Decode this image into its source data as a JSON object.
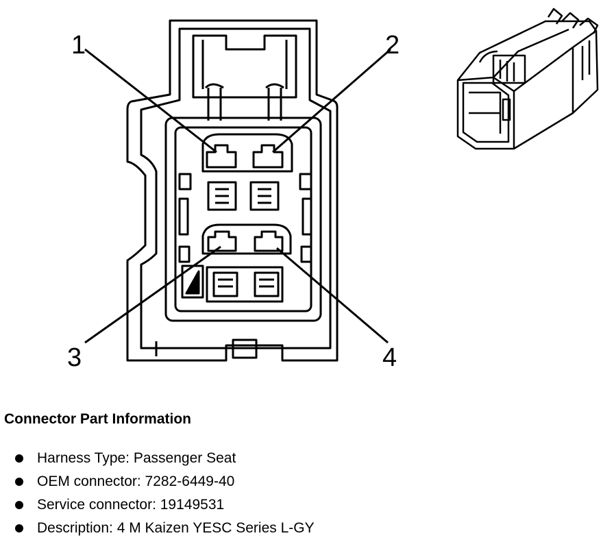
{
  "diagram": {
    "pin_labels": [
      "1",
      "2",
      "3",
      "4"
    ]
  },
  "info": {
    "title": "Connector Part Information",
    "items": [
      "Harness Type: Passenger Seat",
      "OEM connector: 7282-6449-40",
      "Service connector: 19149531",
      "Description: 4 M Kaizen YESC Series L-GY"
    ]
  }
}
